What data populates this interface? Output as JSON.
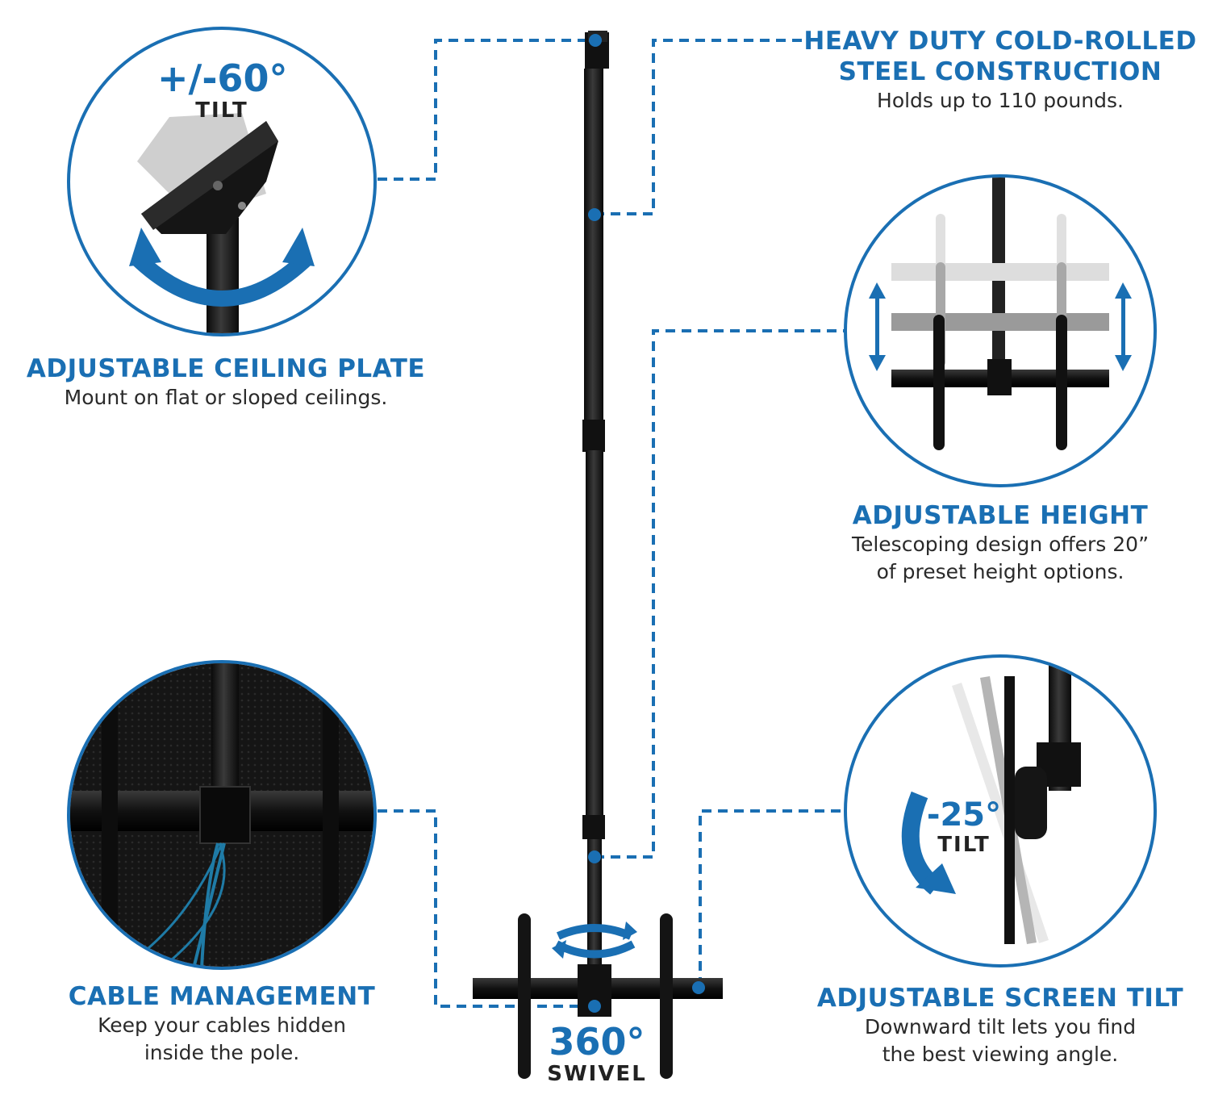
{
  "colors": {
    "accent": "#1a6fb3",
    "dark": "#111111",
    "text": "#2a2a2a"
  },
  "features": {
    "ceiling_plate": {
      "title": "ADJUSTABLE CEILING PLATE",
      "lines": [
        "Mount on flat or sloped ceilings."
      ],
      "badge_value": "+/-60°",
      "badge_label": "TILT"
    },
    "steel": {
      "title_lines": [
        "HEAVY DUTY COLD-ROLLED",
        "STEEL CONSTRUCTION"
      ],
      "lines": [
        "Holds up to 110 pounds."
      ]
    },
    "height": {
      "title": "ADJUSTABLE HEIGHT",
      "lines": [
        "Telescoping design offers 20”",
        "of preset height options."
      ]
    },
    "cable": {
      "title": "CABLE MANAGEMENT",
      "lines": [
        "Keep your cables hidden",
        "inside the pole."
      ]
    },
    "screen_tilt": {
      "title": "ADJUSTABLE SCREEN TILT",
      "lines": [
        "Downward tilt lets you find",
        "the best viewing angle."
      ],
      "badge_value": "-25°",
      "badge_label": "TILT"
    },
    "swivel": {
      "badge_value": "360°",
      "badge_label": "SWIVEL"
    }
  }
}
